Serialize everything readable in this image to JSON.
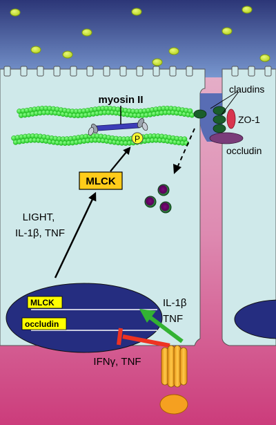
{
  "labels": {
    "myosin": "myosin II",
    "claudins": "claudins",
    "zo1": "ZO-1",
    "occludin_protein": "occludin",
    "mlck_box": "MLCK",
    "phospho": "P",
    "cytokines_upper": [
      "LIGHT,",
      "IL-1β, TNF"
    ],
    "nucleus_mlck": "MLCK",
    "nucleus_occludin": "occludin",
    "cytokines_right": [
      "IL-1β",
      "TNF"
    ],
    "cytokines_lower": "IFNγ, TNF"
  },
  "colors": {
    "lumen_top": "#2c3677",
    "lumen_bottom": "#6f8fc9",
    "cell_fill": "#cfe9ea",
    "interstitium_top": "#e6b7cc",
    "interstitium_bottom": "#d1407e",
    "actin": "#22e622",
    "myosin": "#3d3db8",
    "nucleus": "#252d80",
    "gene_label_bg": "#ffff00",
    "claudin": "#1a5e2b",
    "zo1": "#d8354f",
    "occludin": "#7a3c7a",
    "receptor": "#f3a21f",
    "green_arrow": "#33b233",
    "red_arrow": "#ee3322"
  },
  "icons": {
    "lumen_particles": "green-dots",
    "released_particles": "purple-dots"
  }
}
